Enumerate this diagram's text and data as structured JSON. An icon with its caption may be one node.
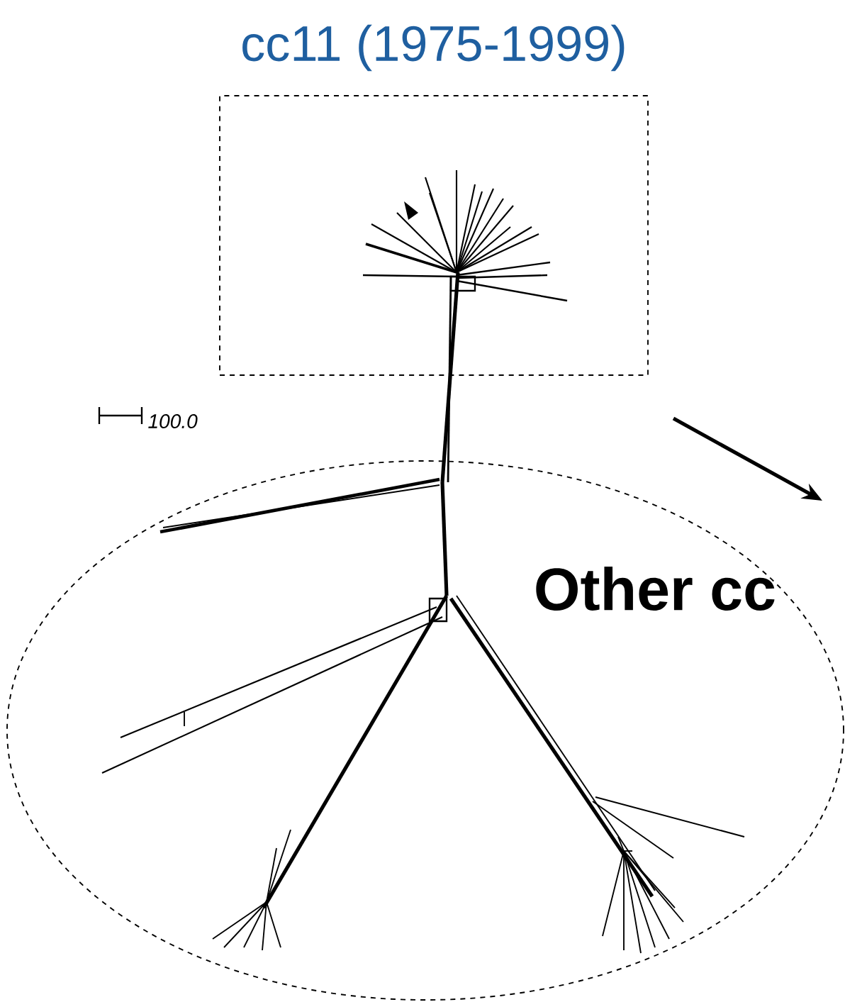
{
  "diagram": {
    "nodes": [
      {
        "text": [
          "cc11 (1975-1999)"
        ]
      },
      {
        "text": [
          "Other cc"
        ]
      },
      {
        "text": [],
        "shape": "picture"
      }
    ],
    "labels": [
      "100.0"
    ]
  }
}
